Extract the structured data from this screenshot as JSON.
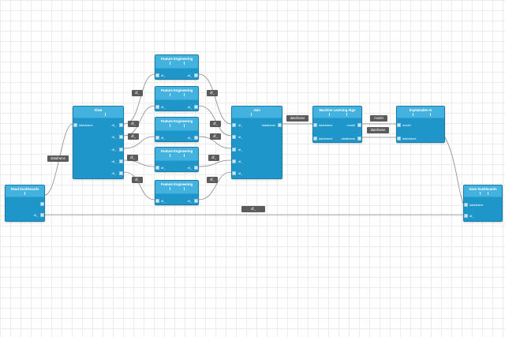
{
  "colors": {
    "node_body": "#1e96c9",
    "node_header": "#44b2de",
    "wire": "#8a8a8a",
    "label_bg": "#5b5b5b"
  },
  "nodes": {
    "read_dashboards": {
      "title": "Read Dashboards",
      "outputs": [
        "",
        "df_"
      ]
    },
    "flow": {
      "title": "Flow",
      "inputs": [
        "dataframe"
      ],
      "outputs": [
        "df_",
        "df_",
        "df_",
        "df_",
        "df_"
      ]
    },
    "fe1": {
      "title": "Feature Engineering",
      "inputs": [
        "df_"
      ],
      "outputs": [
        "df_"
      ]
    },
    "fe2": {
      "title": "Feature Engineering",
      "inputs": [
        "df_"
      ],
      "outputs": [
        "df_"
      ]
    },
    "fe3": {
      "title": "Feature Engineering",
      "inputs": [
        "df_"
      ],
      "outputs": [
        "df_"
      ]
    },
    "fe4": {
      "title": "Feature Engineering",
      "inputs": [
        "df_"
      ],
      "outputs": [
        "df_"
      ]
    },
    "fe5": {
      "title": "Feature Engineering",
      "inputs": [
        "df_"
      ],
      "outputs": [
        "df_"
      ]
    },
    "join": {
      "title": "Join",
      "inputs": [
        "df_",
        "df_",
        "df_",
        "df_",
        "df_"
      ],
      "outputs": [
        "dataframe"
      ]
    },
    "ml": {
      "title": "Machine Learning Algo",
      "inputs": [
        "dataframe",
        "dataframe"
      ],
      "outputs": [
        "model",
        "dataframe"
      ]
    },
    "explain": {
      "title": "Explainable AI",
      "inputs": [
        "model",
        "dataframe"
      ],
      "outputs": []
    },
    "save": {
      "title": "Save Dashboards",
      "inputs": [
        "dataframe",
        "df_"
      ],
      "outputs": []
    }
  },
  "wire_labels": {
    "read_to_flow": "dataframe",
    "flow_fe1": "df_",
    "flow_fe2": "df_",
    "flow_fe3": "df_",
    "flow_fe4": "df_",
    "flow_fe5": "df_",
    "fe1_join": "df_",
    "fe2_join": "df_",
    "fe3_join": "df_",
    "fe4_join": "df_",
    "fe5_join": "df_",
    "join_ml": "dataframe",
    "ml_model": "model",
    "ml_df": "dataframe",
    "read_save": "df_"
  }
}
